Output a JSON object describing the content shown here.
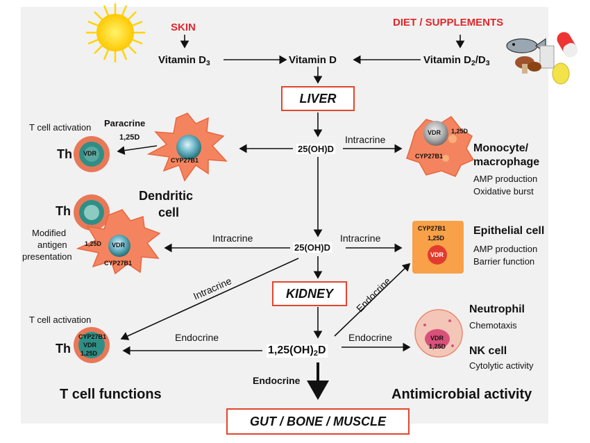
{
  "sources": {
    "skin": "SKIN",
    "diet": "DIET / SUPPLEMENTS",
    "vitd3_main": "Vitamin D",
    "vitd3_sub": "3",
    "vitd": "Vitamin D",
    "vitd23_main": "Vitamin D",
    "vitd23_sub": "2",
    "vitd23_tail": "/D",
    "vitd23_sub2": "3"
  },
  "organs": {
    "liver": "LIVER",
    "kidney": "KIDNEY",
    "gut": "GUT / BONE / MUSCLE"
  },
  "metabolites": {
    "oh25_top": "25(OH)D",
    "oh25_mid": "25(OH)D",
    "oh125_main": "1,25(OH)",
    "oh125_sub": "2",
    "oh125_tail": "D"
  },
  "edges": {
    "intracrine_top": "Intracrine",
    "intracrine_left": "Intracrine",
    "intracrine_right": "Intracrine",
    "intracrine_diag": "Intracrine",
    "endocrine_diag": "Endocrine",
    "endocrine_left": "Endocrine",
    "endocrine_right": "Endocrine",
    "endocrine_down": "Endocrine",
    "paracrine": "Paracrine",
    "paracrine_125d": "1,25D"
  },
  "cells": {
    "th1": "Th",
    "th2": "Th",
    "th3": "Th",
    "vdr": "VDR",
    "cyp": "CYP27B1",
    "d125": "1,25D",
    "dendritic": "Dendritic",
    "dendritic2": "cell",
    "monocyte": "Monocyte/",
    "monocyte2": "macrophage",
    "epithelial": "Epithelial cell",
    "neutrophil": "Neutrophil",
    "nk": "NK cell"
  },
  "functions": {
    "tcell_act1": "T cell activation",
    "tcell_act2": "T cell activation",
    "modified1": "Modified",
    "modified2": "antigen",
    "modified3": "presentation",
    "amp1": "AMP production",
    "oxburst": "Oxidative  burst",
    "amp2": "AMP production",
    "barrier": "Barrier function",
    "chemotaxis": "Chemotaxis",
    "cytolytic": "Cytolytic activity"
  },
  "footers": {
    "tcell_functions": "T cell functions",
    "antimicrobial": "Antimicrobial activity"
  },
  "colors": {
    "box_border": "#e2452b",
    "red_text": "#e0262b",
    "cell_orange": "#f4845f",
    "nucleus_teal": "#2e8f86",
    "sun": "#ffd400"
  }
}
